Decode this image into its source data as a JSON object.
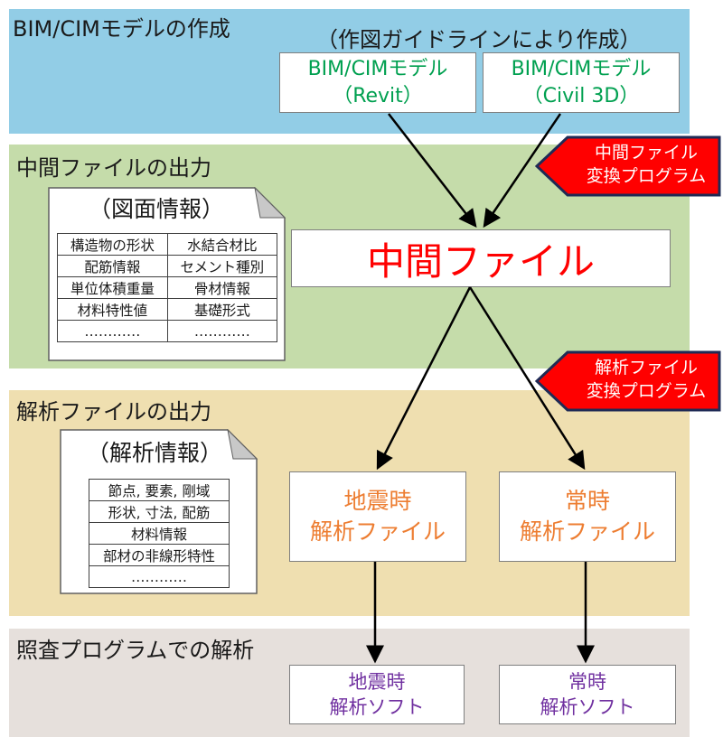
{
  "colors": {
    "band1": "#92cde6",
    "band2": "#c5dcaa",
    "band3": "#efdfb0",
    "band4": "#e6e0dc",
    "badge_fill": "#ff0000",
    "badge_border": "#1f2a55",
    "green_text": "#00a050",
    "red_text": "#ff0000",
    "orange_text": "#ed7d31",
    "purple_text": "#7030a0"
  },
  "bands": {
    "model": {
      "title": "BIM/CIMモデルの作成",
      "subtitle": "（作図ガイドラインにより作成）"
    },
    "intermediate": {
      "title": "中間ファイルの出力"
    },
    "analysis": {
      "title": "解析ファイルの出力"
    },
    "verification": {
      "title": "照査プログラムでの解析"
    }
  },
  "models": {
    "revit": {
      "line1": "BIM/CIMモデル",
      "line2": "（Revit）"
    },
    "civil3d": {
      "line1": "BIM/CIMモデル",
      "line2": "（Civil 3D）"
    }
  },
  "intermediate_file": {
    "label": "中間ファイル"
  },
  "badges": {
    "intermediate": {
      "line1": "中間ファイル",
      "line2": "変換プログラム"
    },
    "analysis": {
      "line1": "解析ファイル",
      "line2": "変換プログラム"
    }
  },
  "drawing_info": {
    "title": "（図面情報）",
    "rows": [
      [
        "構造物の形状",
        "水結合材比"
      ],
      [
        "配筋情報",
        "セメント種別"
      ],
      [
        "単位体積重量",
        "骨材情報"
      ],
      [
        "材料特性値",
        "基礎形式"
      ],
      [
        "…………",
        "…………"
      ]
    ]
  },
  "analysis_info": {
    "title": "（解析情報）",
    "rows": [
      "節点, 要素, 剛域",
      "形状, 寸法, 配筋",
      "材料情報",
      "部材の非線形特性",
      "…………"
    ]
  },
  "analysis_files": {
    "seismic": {
      "line1": "地震時",
      "line2": "解析ファイル"
    },
    "normal": {
      "line1": "常時",
      "line2": "解析ファイル"
    }
  },
  "software": {
    "seismic": {
      "line1": "地震時",
      "line2": "解析ソフト"
    },
    "normal": {
      "line1": "常時",
      "line2": "解析ソフト"
    }
  }
}
